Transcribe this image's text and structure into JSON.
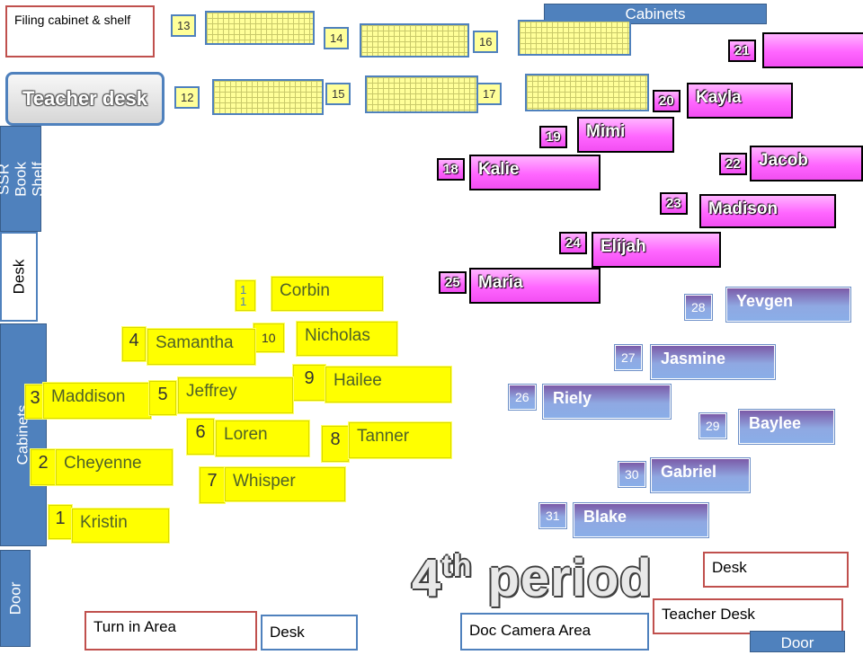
{
  "title": {
    "number": "4",
    "suffix": "th",
    "word": "period"
  },
  "labels": {
    "filing_cabinet": "Filing cabinet & shelf",
    "cabinets_top": "Cabinets",
    "teacher_desk_top": "Teacher desk",
    "ssr_book_shelf": "SSR Book Shelf",
    "desk_left": "Desk",
    "cabinets_left": "Cabinets",
    "door_left": "Door",
    "desk_right": "Desk",
    "teacher_desk_bottom": "Teacher Desk",
    "turn_in_area": "Turn in Area",
    "desk_bottom": "Desk",
    "doc_camera_area": "Doc Camera Area",
    "door_bottom": "Door"
  },
  "grid_desks": [
    {
      "num": "13"
    },
    {
      "num": "14"
    },
    {
      "num": "16"
    },
    {
      "num": "12"
    },
    {
      "num": "15"
    },
    {
      "num": "17"
    }
  ],
  "pink_seats": [
    {
      "num": "21",
      "name": ""
    },
    {
      "num": "20",
      "name": "Kayla"
    },
    {
      "num": "19",
      "name": "Mimi"
    },
    {
      "num": "22",
      "name": "Jacob"
    },
    {
      "num": "18",
      "name": "Kalie"
    },
    {
      "num": "23",
      "name": "Madison"
    },
    {
      "num": "24",
      "name": "Elijah"
    },
    {
      "num": "25",
      "name": "Maria"
    }
  ],
  "purple_seats": [
    {
      "num": "28",
      "name": "Yevgen"
    },
    {
      "num": "27",
      "name": "Jasmine"
    },
    {
      "num": "26",
      "name": "Riely"
    },
    {
      "num": "29",
      "name": "Baylee"
    },
    {
      "num": "30",
      "name": "Gabriel"
    },
    {
      "num": "31",
      "name": "Blake"
    }
  ],
  "yellow_seats": [
    {
      "num": "11",
      "name": "Corbin"
    },
    {
      "num": "10",
      "name": "Nicholas"
    },
    {
      "num": "4",
      "name": "Samantha"
    },
    {
      "num": "9",
      "name": "Hailee"
    },
    {
      "num": "3",
      "name": "Maddison"
    },
    {
      "num": "5",
      "name": "Jeffrey"
    },
    {
      "num": "6",
      "name": "Loren"
    },
    {
      "num": "8",
      "name": "Tanner"
    },
    {
      "num": "2",
      "name": "Cheyenne"
    },
    {
      "num": "7",
      "name": "Whisper"
    },
    {
      "num": "1",
      "name": "Kristin"
    }
  ],
  "colors": {
    "pink": "#ff66ff",
    "yellow": "#ffff00",
    "blue": "#4f81bd",
    "red_border": "#c0504d",
    "purple": "#8fa8e2"
  }
}
